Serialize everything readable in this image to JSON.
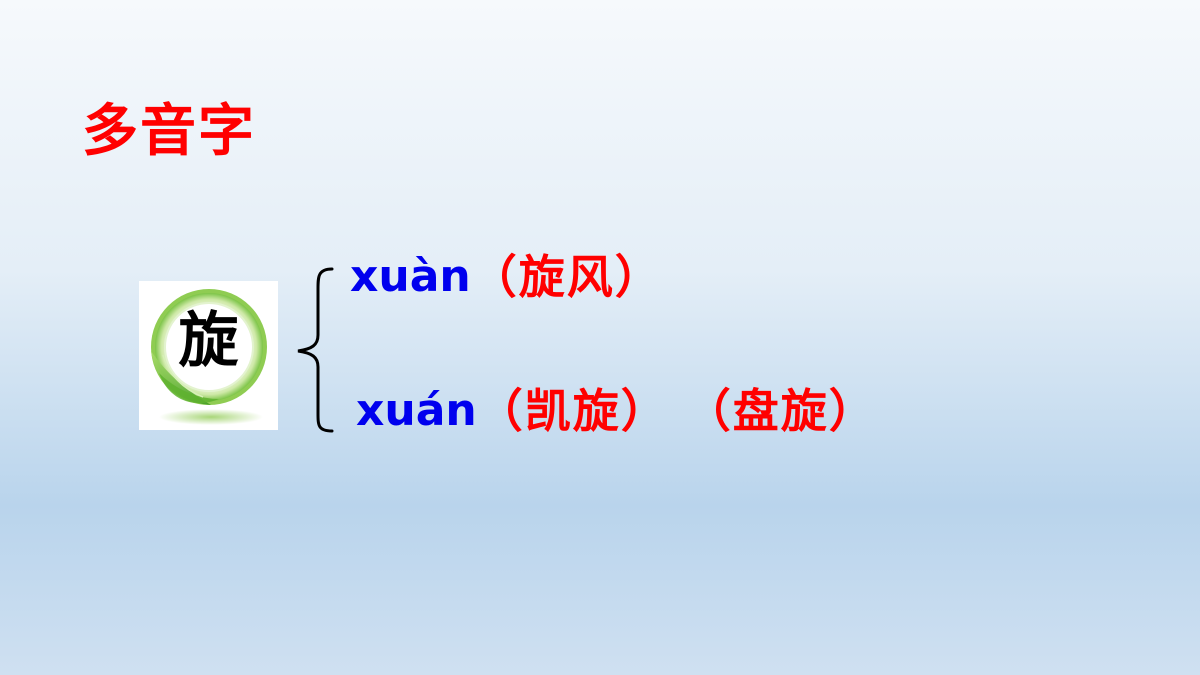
{
  "slide": {
    "title": "多音字"
  },
  "character": {
    "glyph": "旋",
    "tile_icon": "green-leaf-circle-icon"
  },
  "readings": [
    {
      "pinyin": "xuàn",
      "words": [
        "（旋风）"
      ]
    },
    {
      "pinyin": "xuán",
      "words": [
        "（凯旋）",
        "（盘旋）"
      ]
    }
  ],
  "colors": {
    "title": "#ff0000",
    "pinyin": "#0000ee",
    "words": "#ff0000",
    "leaf_green": "#6cbf3a"
  }
}
